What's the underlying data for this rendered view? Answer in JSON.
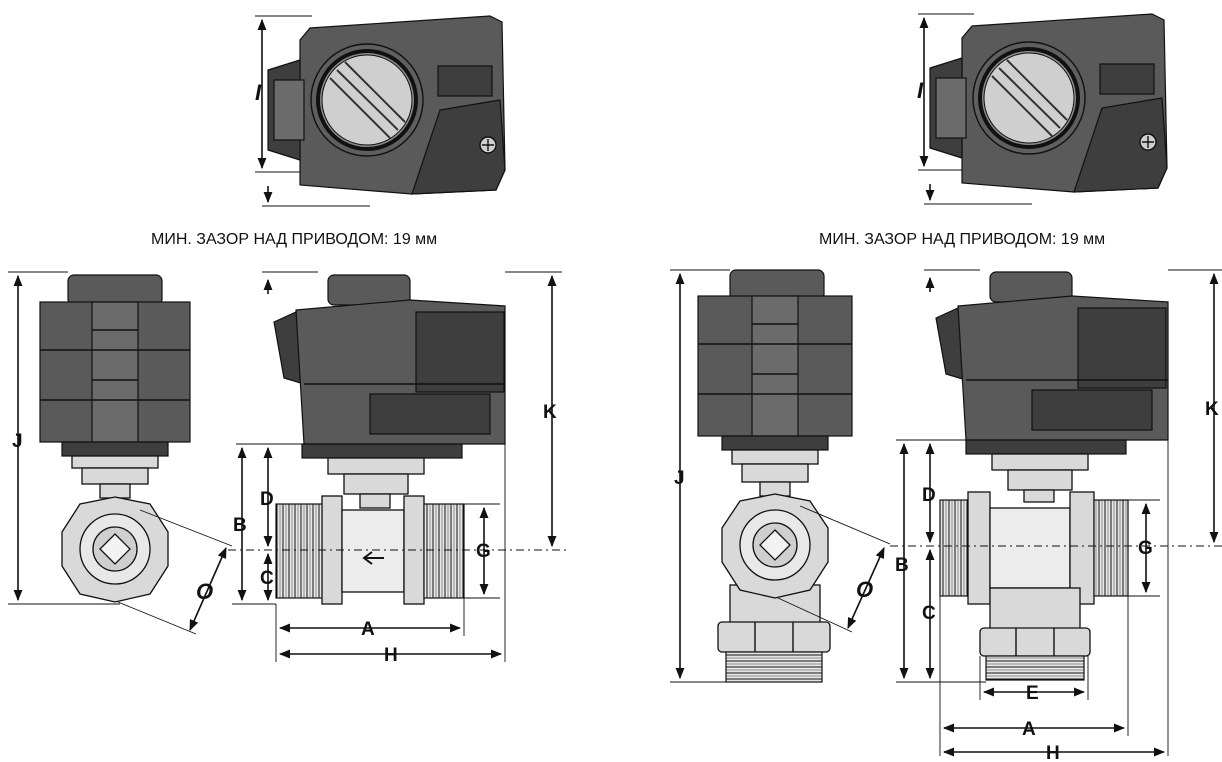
{
  "captions": {
    "clearance_left": "МИН. ЗАЗОР НАД ПРИВОДОМ: 19 мм",
    "clearance_right": "МИН. ЗАЗОР НАД ПРИВОДОМ: 19 мм"
  },
  "labels": {
    "I": "I",
    "J": "J",
    "K": "K",
    "A": "A",
    "B": "B",
    "C": "C",
    "D": "D",
    "E": "E",
    "G": "G",
    "H": "H",
    "O": "O"
  },
  "colors": {
    "actuator": "#5a5a5a",
    "metal": "#d9d9d9",
    "line": "#111111"
  }
}
